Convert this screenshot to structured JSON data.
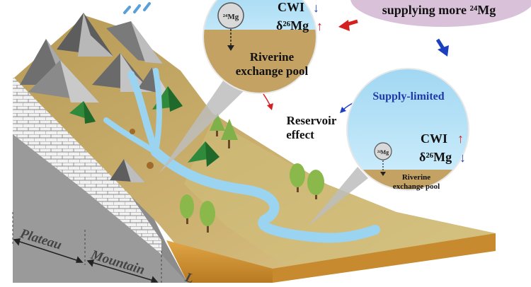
{
  "bubble_top": {
    "ion_label": "²⁴Mg",
    "cwi": "CWI",
    "cwi_arrow": "↓",
    "delta": "δ²⁶Mg",
    "delta_arrow": "↑",
    "pool_line1": "Riverine",
    "pool_line2": "exchange pool"
  },
  "bubble_right": {
    "title": "Supply-limited",
    "ion_label": "²⁴Mg",
    "cwi": "CWI",
    "cwi_arrow": "↑",
    "delta": "δ²⁶Mg",
    "delta_arrow": "↓",
    "pool_line1": "Riverine",
    "pool_line2": "exchange pool"
  },
  "callout_top_right": {
    "text": "supplying more ²⁴Mg"
  },
  "reservoir": {
    "line1": "Reservoir",
    "line2": "effect"
  },
  "zones": {
    "plateau": "Plateau",
    "mountain": "Mountain",
    "lowland_partial": "L"
  },
  "colors": {
    "bubble_sky": "#9fd6f2",
    "pool_soil": "#c4a264",
    "river": "#9ad4f0",
    "arrow_red": "#d42020",
    "arrow_blue": "#1a3fbf",
    "title_blue": "#1f3aa8",
    "tree_green": "#7fb04a",
    "dark_tree": "#2f8a3c"
  }
}
